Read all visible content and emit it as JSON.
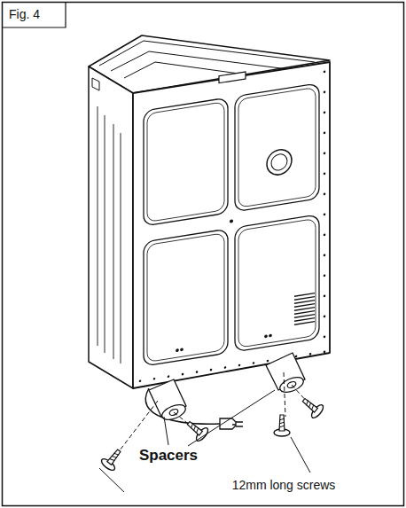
{
  "diagram": {
    "labels": [
      "Fig. 4",
      "Spacers",
      "12mm long screws"
    ]
  }
}
